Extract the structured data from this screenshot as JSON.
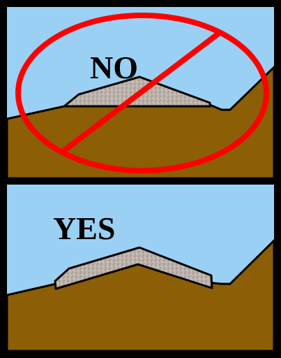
{
  "panels": [
    {
      "label": "NO",
      "verdict": "incorrect"
    },
    {
      "label": "YES",
      "verdict": "correct"
    }
  ],
  "colors": {
    "sky": "#9BD0F5",
    "soil": "#8C5E05",
    "gravel": "#BDB3AC",
    "prohibition": "#FF0000",
    "outline": "#000000"
  }
}
